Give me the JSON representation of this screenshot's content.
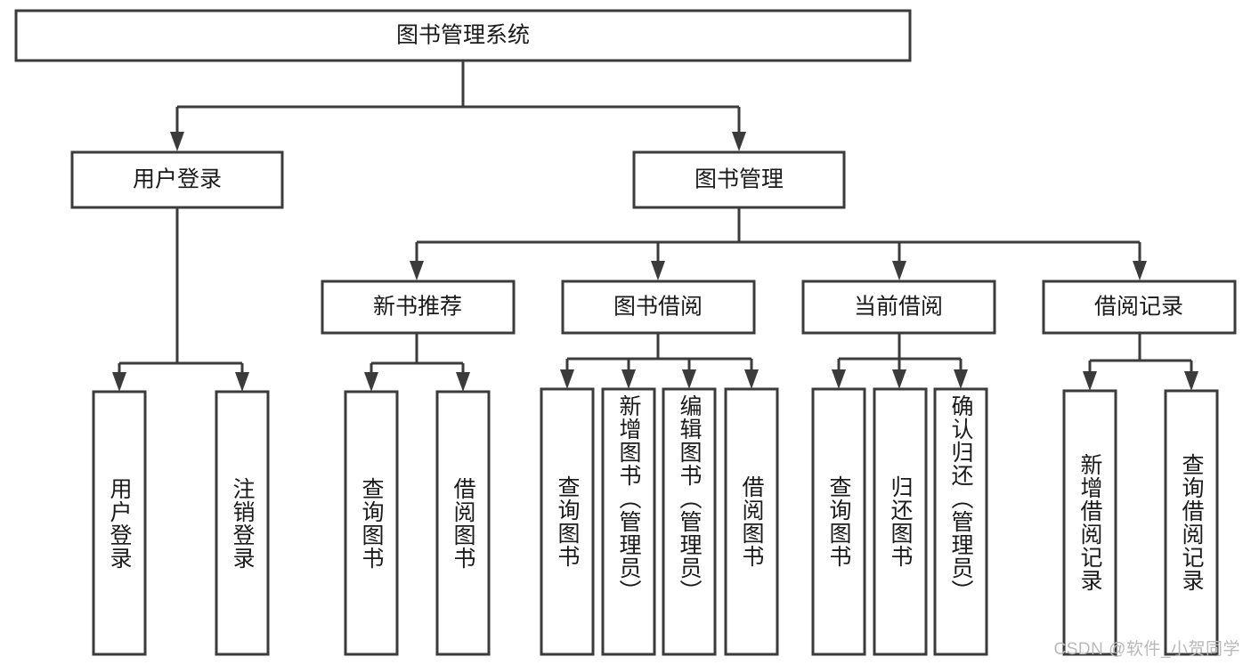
{
  "diagram": {
    "type": "tree-hierarchy",
    "title": "图书管理系统",
    "orientation": "top-down",
    "colors": {
      "box_stroke": "#3b3b3b",
      "box_fill": "#ffffff",
      "connector": "#3b3b3b",
      "text": "#1a1a1a",
      "watermark": "#b9b9b9",
      "background": "#ffffff"
    },
    "root": {
      "label": "图书管理系统",
      "id": "root"
    },
    "level2": [
      {
        "id": "user-login",
        "label": "用户登录"
      },
      {
        "id": "book-manage",
        "label": "图书管理"
      }
    ],
    "level3": [
      {
        "id": "new-book-recommend",
        "label": "新书推荐",
        "parent": "book-manage"
      },
      {
        "id": "book-borrow",
        "label": "图书借阅",
        "parent": "book-manage"
      },
      {
        "id": "current-borrow",
        "label": "当前借阅",
        "parent": "book-manage"
      },
      {
        "id": "borrow-record",
        "label": "借阅记录",
        "parent": "book-manage"
      }
    ],
    "leaves": [
      {
        "id": "leaf-user-login",
        "label": "用户登录",
        "parent": "user-login"
      },
      {
        "id": "leaf-logout-login",
        "label": "注销登录",
        "parent": "user-login"
      },
      {
        "id": "leaf-query-book-1",
        "label": "查询图书",
        "parent": "new-book-recommend"
      },
      {
        "id": "leaf-borrow-book-1",
        "label": "借阅图书",
        "parent": "new-book-recommend"
      },
      {
        "id": "leaf-query-book-2",
        "label": "查询图书",
        "parent": "book-borrow"
      },
      {
        "id": "leaf-add-book",
        "label": "新增图书（管理员）",
        "parent": "book-borrow"
      },
      {
        "id": "leaf-edit-book",
        "label": "编辑图书（管理员）",
        "parent": "book-borrow"
      },
      {
        "id": "leaf-borrow-book-2",
        "label": "借阅图书",
        "parent": "book-borrow"
      },
      {
        "id": "leaf-query-book-3",
        "label": "查询图书",
        "parent": "current-borrow"
      },
      {
        "id": "leaf-return-book",
        "label": "归还图书",
        "parent": "current-borrow"
      },
      {
        "id": "leaf-confirm-return",
        "label": "确认归还（管理员）",
        "parent": "current-borrow"
      },
      {
        "id": "leaf-add-record",
        "label": "新增借阅记录",
        "parent": "borrow-record"
      },
      {
        "id": "leaf-query-record",
        "label": "查询借阅记录",
        "parent": "borrow-record"
      }
    ],
    "watermark": "CSDN @软件_小贺同学"
  }
}
